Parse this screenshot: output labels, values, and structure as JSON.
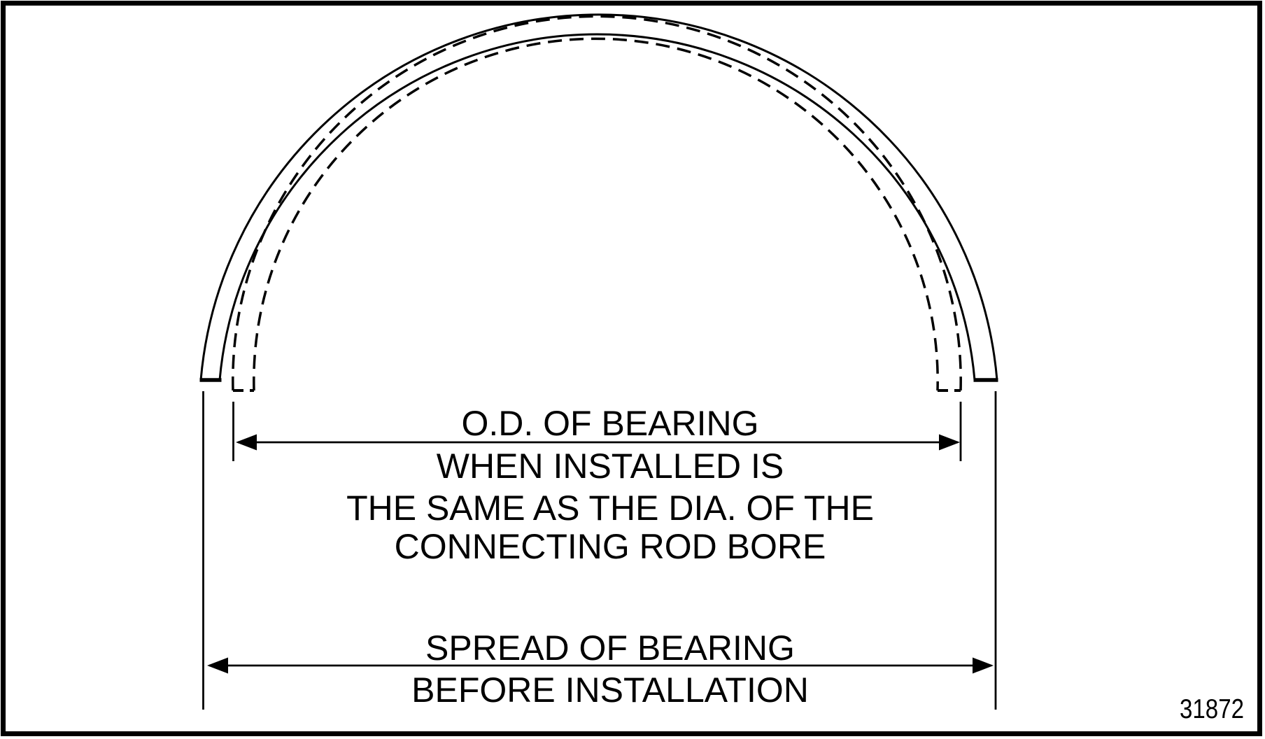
{
  "diagram": {
    "background_color": "#ffffff",
    "line_color": "#000000",
    "od_callout": {
      "lines": [
        "O.D. OF BEARING",
        "WHEN INSTALLED IS",
        "THE SAME AS THE DIA. OF THE",
        "CONNECTING ROD BORE"
      ]
    },
    "spread_callout": {
      "lines": [
        "SPREAD OF BEARING",
        "BEFORE INSTALLATION"
      ]
    },
    "figure_number": "31872"
  }
}
